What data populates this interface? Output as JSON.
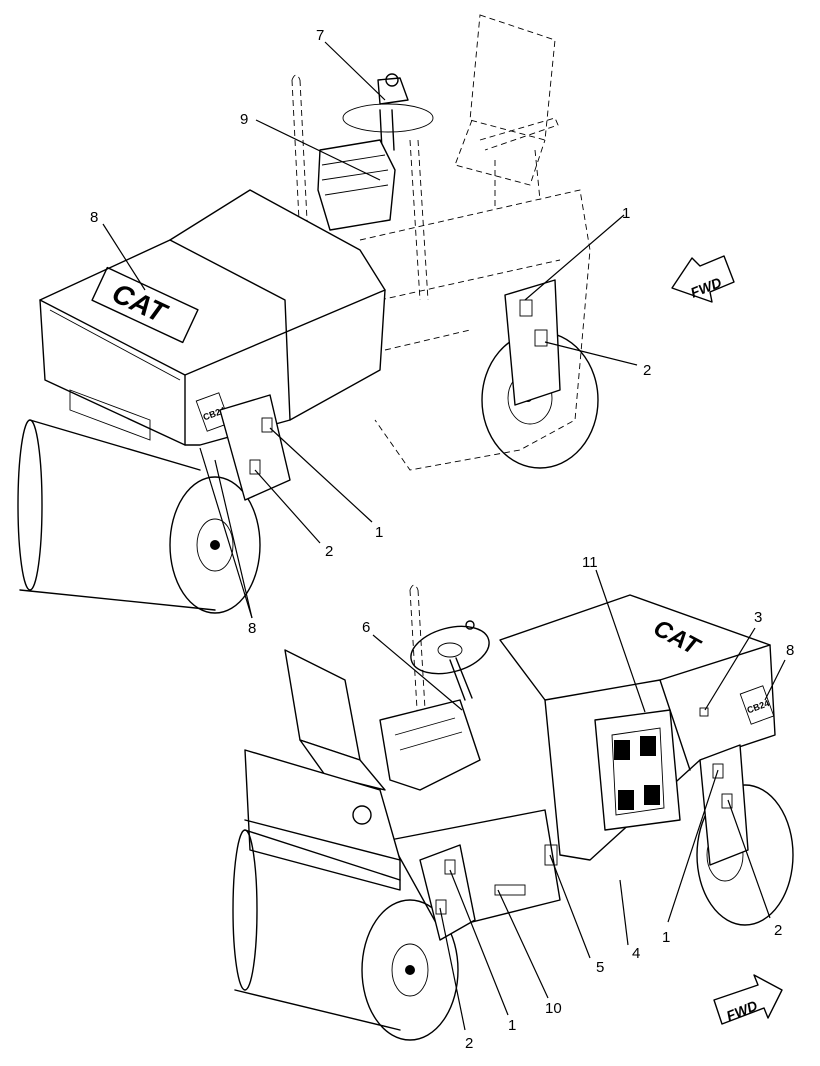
{
  "callouts": {
    "top": [
      {
        "id": "t7",
        "label": "7"
      },
      {
        "id": "t9",
        "label": "9"
      },
      {
        "id": "t8a",
        "label": "8"
      },
      {
        "id": "t1a",
        "label": "1"
      },
      {
        "id": "t2a",
        "label": "2"
      },
      {
        "id": "t1b",
        "label": "1"
      },
      {
        "id": "t2b",
        "label": "2"
      },
      {
        "id": "t8b",
        "label": "8"
      }
    ],
    "bottom": [
      {
        "id": "b11",
        "label": "11"
      },
      {
        "id": "b6",
        "label": "6"
      },
      {
        "id": "b3",
        "label": "3"
      },
      {
        "id": "b8",
        "label": "8"
      },
      {
        "id": "b1a",
        "label": "1"
      },
      {
        "id": "b2a",
        "label": "2"
      },
      {
        "id": "b5",
        "label": "5"
      },
      {
        "id": "b4",
        "label": "4"
      },
      {
        "id": "b10",
        "label": "10"
      },
      {
        "id": "b1b",
        "label": "1"
      },
      {
        "id": "b2b",
        "label": "2"
      }
    ]
  },
  "arrows": {
    "top_label": "FWD",
    "bottom_label": "FWD"
  },
  "logos": {
    "brand": "CAT",
    "model": "CB24"
  }
}
